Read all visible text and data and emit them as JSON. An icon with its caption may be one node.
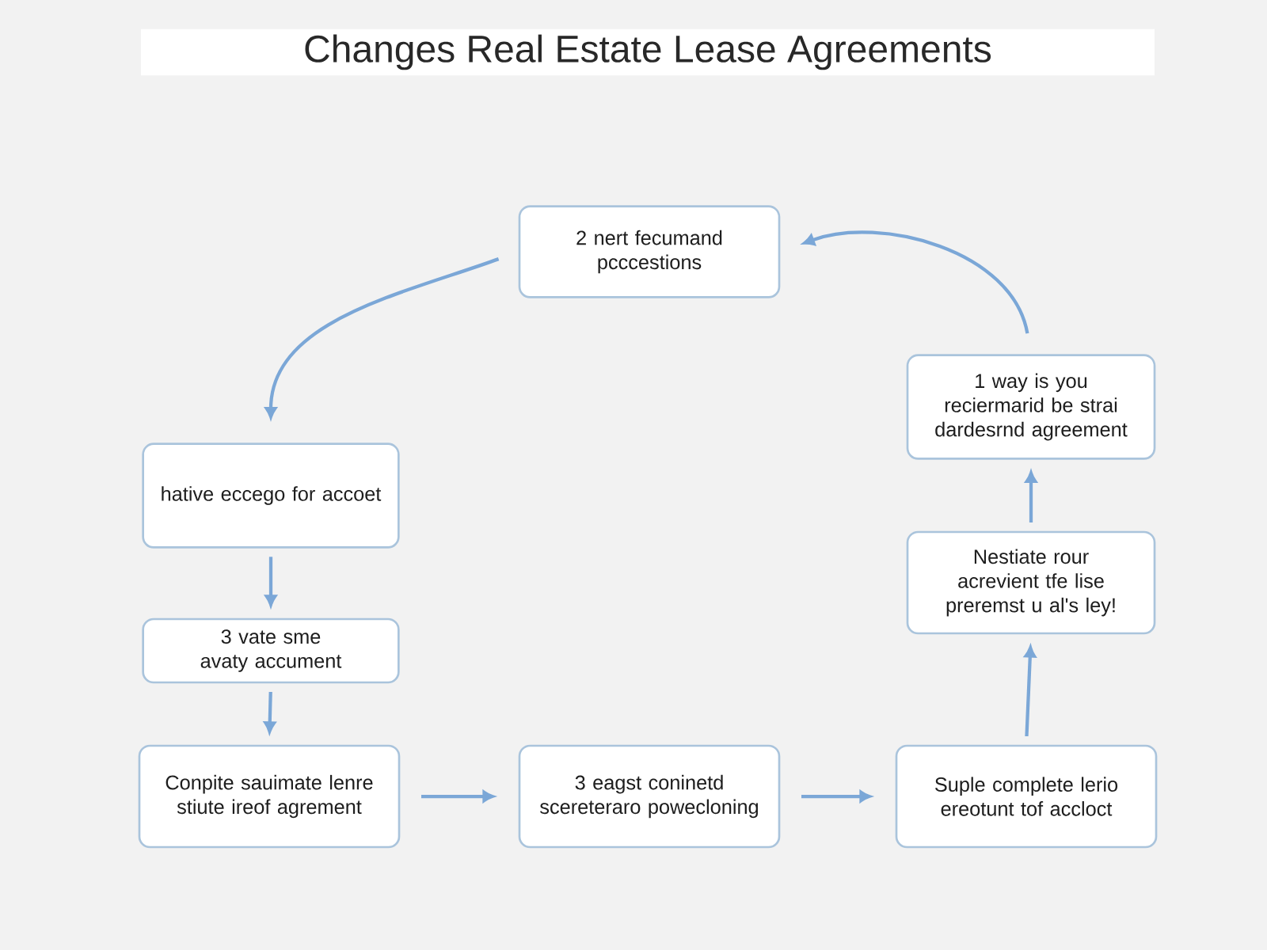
{
  "diagram": {
    "title": "Changes Real Estate Lease Agreements",
    "nodes": [
      {
        "text": [
          "2 nert fecumand pcccestions"
        ]
      },
      {
        "text": [
          "hative eccego for accoet"
        ]
      },
      {
        "text": [
          "3 vate sme avaty accument"
        ]
      },
      {
        "text": [
          "Conpite sauimate lenre stiute ireof agrement"
        ]
      },
      {
        "text": [
          "3 eagst coninetd scereteraro powecloning"
        ]
      },
      {
        "text": [
          "Suple complete lerio ereotunt tof accloct"
        ]
      },
      {
        "text": [
          "Nestiate rour acrevient tfe lise preremst u al's ley!"
        ]
      },
      {
        "text": [
          "1 way is you reciermarid be strai dardesrnd agreement"
        ]
      }
    ],
    "edges": [
      {
        "from": 0,
        "to": 1,
        "arrow": "to"
      },
      {
        "from": 1,
        "to": 2,
        "arrow": "to"
      },
      {
        "from": 2,
        "to": 3,
        "arrow": "to"
      },
      {
        "from": 3,
        "to": 4,
        "arrow": "to"
      },
      {
        "from": 4,
        "to": 5,
        "arrow": "to"
      },
      {
        "from": 5,
        "to": 6,
        "arrow": "to"
      },
      {
        "from": 6,
        "to": 7,
        "arrow": "to"
      },
      {
        "from": 7,
        "to": 0,
        "arrow": "to"
      }
    ]
  }
}
